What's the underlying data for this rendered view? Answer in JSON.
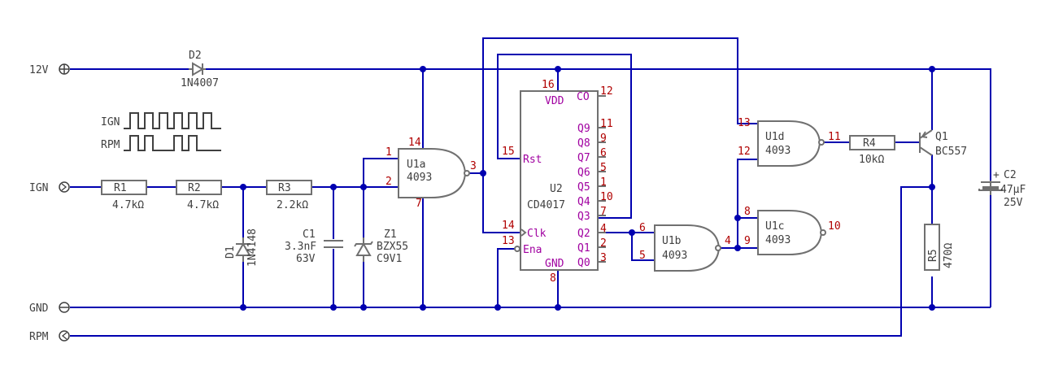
{
  "diagram": {
    "type": "electronic-schematic",
    "terminals": [
      {
        "id": "12V",
        "label": "12V",
        "symbol": "plus"
      },
      {
        "id": "IGN",
        "label": "IGN",
        "symbol": "input"
      },
      {
        "id": "GND",
        "label": "GND",
        "symbol": "minus"
      },
      {
        "id": "RPM",
        "label": "RPM",
        "symbol": "output"
      }
    ],
    "waveforms": {
      "ign_label": "IGN",
      "rpm_label": "RPM"
    },
    "components": {
      "D2": {
        "name": "D2",
        "value": "1N4007"
      },
      "R1": {
        "name": "R1",
        "value": "4.7kΩ"
      },
      "R2": {
        "name": "R2",
        "value": "4.7kΩ"
      },
      "D1": {
        "name": "D1",
        "value": "1N4148"
      },
      "R3": {
        "name": "R3",
        "value": "2.2kΩ"
      },
      "C1": {
        "name": "C1",
        "value": "3.3nF",
        "rating": "63V"
      },
      "Z1": {
        "name": "Z1",
        "value": "BZX55",
        "value2": "C9V1"
      },
      "U1a": {
        "name": "U1a",
        "part": "4093",
        "pins": {
          "in1": "1",
          "in2": "2",
          "out": "3",
          "vdd": "14",
          "gnd": "7"
        }
      },
      "U1b": {
        "name": "U1b",
        "part": "4093",
        "pins": {
          "in1": "6",
          "in2": "5",
          "out": "4"
        }
      },
      "U1c": {
        "name": "U1c",
        "part": "4093",
        "pins": {
          "in1": "8",
          "in2": "9",
          "out": "10"
        }
      },
      "U1d": {
        "name": "U1d",
        "part": "4093",
        "pins": {
          "in1": "13",
          "in2": "12",
          "out": "11"
        }
      },
      "U2": {
        "name": "U2",
        "part": "CD4017",
        "left_pins": [
          {
            "label": "Rst",
            "num": "15"
          },
          {
            "label": "Clk",
            "num": "14"
          },
          {
            "label": "Ena",
            "num": "13"
          }
        ],
        "top": {
          "label": "VDD",
          "num": "16"
        },
        "bottom": {
          "label": "GND",
          "num": "8"
        },
        "right_pins": [
          {
            "label": "CO",
            "num": "12"
          },
          {
            "label": "Q9",
            "num": "11"
          },
          {
            "label": "Q8",
            "num": "9"
          },
          {
            "label": "Q7",
            "num": "6"
          },
          {
            "label": "Q6",
            "num": "5"
          },
          {
            "label": "Q5",
            "num": "1"
          },
          {
            "label": "Q4",
            "num": "10"
          },
          {
            "label": "Q3",
            "num": "7"
          },
          {
            "label": "Q2",
            "num": "4"
          },
          {
            "label": "Q1",
            "num": "2"
          },
          {
            "label": "Q0",
            "num": "3"
          }
        ]
      },
      "R4": {
        "name": "R4",
        "value": "10kΩ"
      },
      "Q1": {
        "name": "Q1",
        "value": "BC557"
      },
      "C2": {
        "name": "C2",
        "value": "47µF",
        "rating": "25V",
        "polarity": "+"
      },
      "R5": {
        "name": "R5",
        "value": "470Ω"
      }
    },
    "colors": {
      "wire": "#0000b0",
      "part": "#707070",
      "pin_number": "#b00000",
      "ic_label": "#a000a0",
      "text": "#404040"
    }
  }
}
